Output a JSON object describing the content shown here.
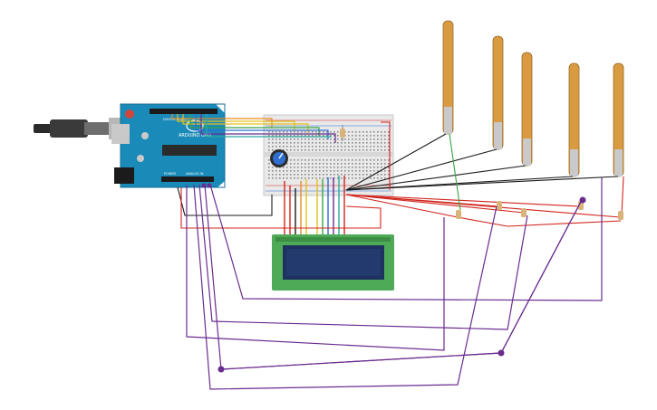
{
  "board": {
    "brand_text": "ARDUINO",
    "model_text": "UNO",
    "power_header_text": "POWER",
    "analog_header_text": "ANALOG IN",
    "digital_header_text": "DIGITAL (PWM~)"
  },
  "lcd": {
    "display_lines": [
      "",
      ""
    ]
  },
  "colors": {
    "board": "#1a8ab8",
    "board_dark": "#136e94",
    "breadboard": "#e9e9e9",
    "lcd_pcb": "#4faa58",
    "lcd_screen": "#233a6e",
    "flex_sensor": "#d99b41",
    "wire_purple": "#6a2c8f",
    "wire_red": "#d1241d",
    "wire_black": "#1b1b1b",
    "wire_green": "#3aa544",
    "wire_orange": "#e68a1f",
    "wire_yellow": "#e3c11a",
    "wire_blue": "#2f6fd6",
    "wire_teal": "#2aa8a0"
  }
}
